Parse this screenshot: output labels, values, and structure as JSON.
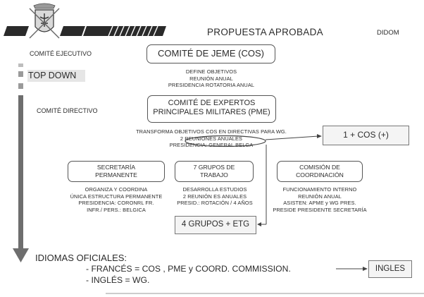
{
  "header": {
    "title": "PROPUESTA APROBADA",
    "org": "DIDOM"
  },
  "left_rail": {
    "top_label": "COMITÉ EJECUTIVO",
    "top_down": "TOP DOWN",
    "mid_label": "COMITÉ DIRECTIVO"
  },
  "cos": {
    "title": "COMITÉ DE JEME (COS)",
    "lines": [
      "DEFINE OBJETIVOS",
      "REUNIÓN ANUAL",
      "PRESIDENCIA ROTATORIA ANUAL"
    ]
  },
  "pme": {
    "title_lines": [
      "COMITÉ DE EXPERTOS",
      "PRINCIPALES MILITARES (PME)"
    ],
    "lines": [
      "TRANSFORMA OBJETIVOS COS EN DIRECTIVAS PARA WG.",
      "2 REUNIONES ANUALES",
      "PRESIDENCIA: GENERAL BELGA"
    ]
  },
  "side_box": {
    "label": "1 + COS (+)"
  },
  "secretaria": {
    "title_lines": [
      "SECRETARÍA",
      "PERMANENTE"
    ],
    "lines": [
      "ORGANIZA Y COORDINA",
      "ÚNICA ESTRUCTURA PERMANENTE",
      "PRESIDENCIA: CORONRL FR.",
      "INFR./ PERS.: BELGICA"
    ]
  },
  "grupos": {
    "title_lines": [
      "7 GRUPOS DE",
      "TRABAJO"
    ],
    "lines": [
      "DESARROLLA ESTUDIOS",
      "2 REUNIÓN ES ANUALES",
      "PRESID.: ROTACIÓN / 4 AÑOS"
    ]
  },
  "coordinacion": {
    "title_lines": [
      "COMISIÓN DE",
      "COORDINACIÓN"
    ],
    "lines": [
      "FUNCIONAMIENTO INTERNO",
      "REUNIÓN ANUAL",
      "ASISTEN: APME y WG PRES.",
      "PRESIDE PRESIDENTE SECRETARÍA"
    ]
  },
  "grupos_etg": {
    "label": "4 GRUPOS + ETG"
  },
  "idiomas": {
    "heading": "IDIOMAS OFICIALES:",
    "line1": "- FRANCÉS = COS , PME y COORD. COMMISSION.",
    "line2": "- INGLÉS = WG.",
    "box": "INGLES"
  },
  "colors": {
    "ink": "#2b2b2b",
    "stripe": "#2a2a2a",
    "box_border": "#555555",
    "shade": "#e6e6e6"
  }
}
